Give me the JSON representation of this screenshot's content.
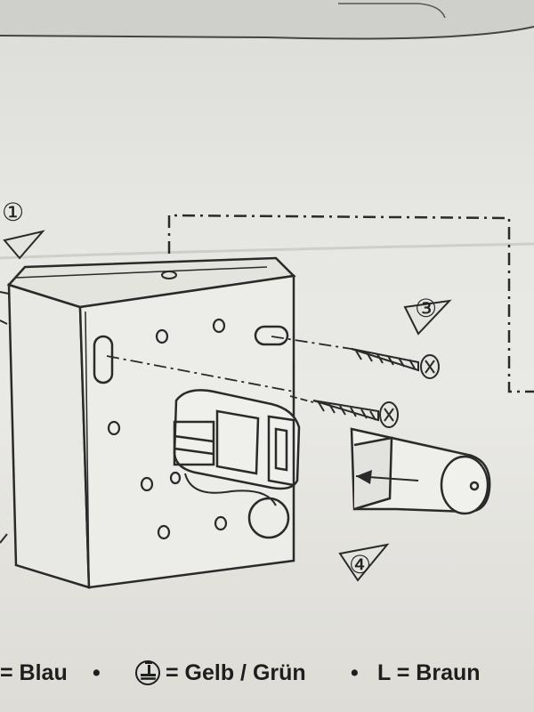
{
  "step_markers": [
    {
      "id": "step-1",
      "label": "①"
    },
    {
      "id": "step-3",
      "label": "③"
    },
    {
      "id": "step-4",
      "label": "④"
    }
  ],
  "legend": {
    "blue": "= Blau",
    "bullet": "•",
    "ground_symbol": "ground-symbol-icon",
    "yellow_green": "= Gelb / Grün",
    "live": "L = Braun"
  },
  "colors": {
    "line": "#2a2a2a",
    "paper": "#e6e6e2"
  }
}
